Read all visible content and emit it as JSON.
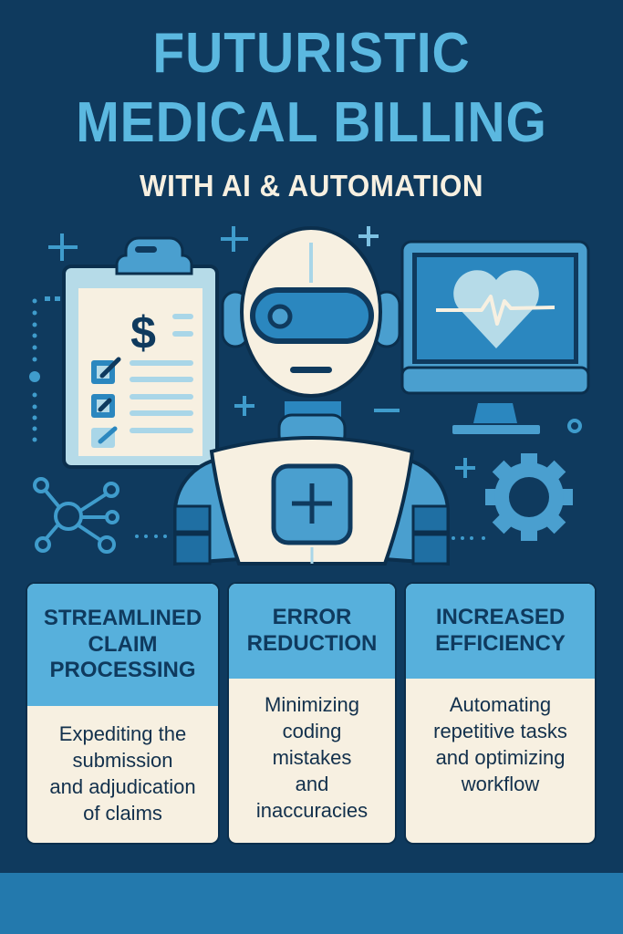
{
  "header": {
    "title_line_1": "FUTURISTIC",
    "title_line_2": "MEDICAL BILLING",
    "subtitle": "WITH AI & AUTOMATION"
  },
  "illustration": {
    "icons": [
      "clipboard-dollar-icon",
      "checklist-icon",
      "robot-icon",
      "medical-cross-icon",
      "monitor-heartbeat-icon",
      "network-nodes-icon",
      "gear-icon",
      "plus-sparkle-icon"
    ],
    "clipboard_symbol": "$"
  },
  "colors": {
    "background": "#0f3a5e",
    "title_blue": "#5bb8e0",
    "cream": "#f7f0e1",
    "card_header": "#57b0dc",
    "mid_blue": "#2b87bf",
    "bottom_band": "#2379ad"
  },
  "cards": [
    {
      "title_lines": [
        "STREAMLINED",
        "CLAIM",
        "PROCESSING"
      ],
      "body_lines": [
        "Expediting the",
        "submission",
        "and adjudication",
        "of claims"
      ]
    },
    {
      "title_lines": [
        "ERROR",
        "REDUCTION"
      ],
      "body_lines": [
        "Minimizing",
        "coding",
        "mistakes",
        "and",
        "inaccuracies"
      ]
    },
    {
      "title_lines": [
        "INCREASED",
        "EFFICIENCY"
      ],
      "body_lines": [
        "Automating",
        "repetitive tasks",
        "and optimizing",
        "workflow"
      ]
    }
  ]
}
